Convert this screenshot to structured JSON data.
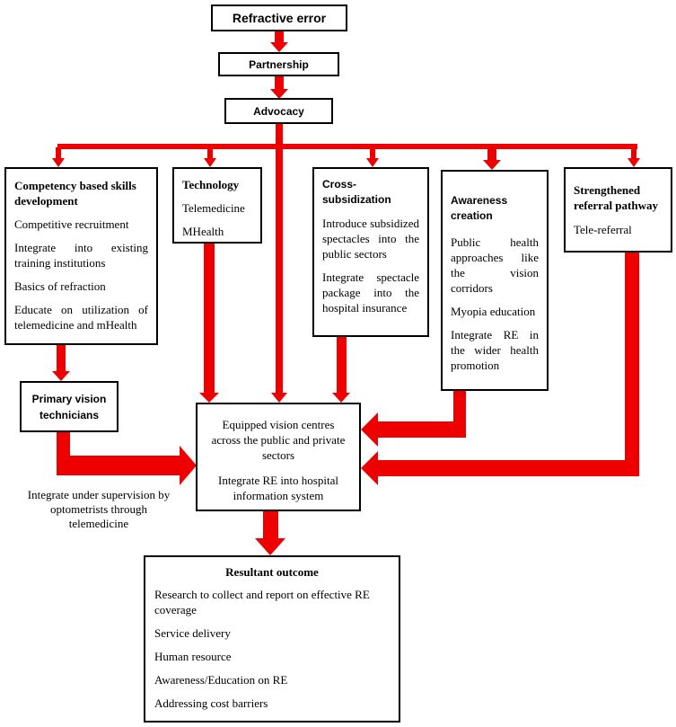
{
  "top": {
    "refractive_error": "Refractive error",
    "partnership": "Partnership",
    "advocacy": "Advocacy"
  },
  "pillars": {
    "skills": {
      "title": "Competency based skills development",
      "items": [
        "Competitive recruitment",
        "Integrate into existing training institutions",
        "Basics of refraction",
        "Educate on utilization of telemedicine and mHealth"
      ]
    },
    "technology": {
      "title": "Technology",
      "items": [
        "Telemedicine",
        "MHealth"
      ]
    },
    "cross": {
      "title": "Cross-subsidization",
      "items": [
        "Introduce subsidized spectacles into the public sectors",
        "Integrate spectacle package into the hospital insurance"
      ]
    },
    "awareness": {
      "title": "Awareness creation",
      "items": [
        "Public health approaches like the vision corridors",
        "Myopia education",
        "Integrate RE in the wider health promotion"
      ]
    },
    "referral": {
      "title": "Strengthened referral pathway",
      "items": [
        "Tele-referral"
      ]
    }
  },
  "primary": {
    "title": "Primary vision technicians",
    "note": "Integrate under supervision by optometrists through telemedicine"
  },
  "centres": {
    "items": [
      "Equipped vision centres across the public and private sectors",
      "Integrate RE into hospital information system"
    ]
  },
  "outcome": {
    "title": "Resultant outcome",
    "items": [
      "Research to collect and report on effective RE coverage",
      "Service delivery",
      "Human resource",
      "Awareness/Education on RE",
      "Addressing cost barriers"
    ]
  },
  "colors": {
    "arrow": "#ee0000",
    "border": "#000000"
  }
}
